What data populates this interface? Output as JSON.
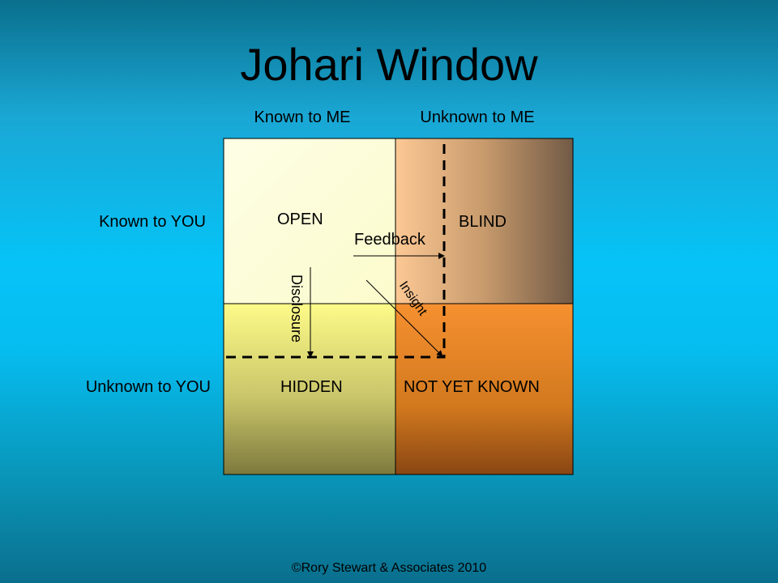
{
  "title": "Johari Window",
  "columns": {
    "known_to_me": "Known to ME",
    "unknown_to_me": "Unknown to ME"
  },
  "rows": {
    "known_to_you": "Known to YOU",
    "unknown_to_you": "Unknown to YOU"
  },
  "quadrants": {
    "open": "OPEN",
    "blind": "BLIND",
    "hidden": "HIDDEN",
    "not_yet_known": "NOT YET KNOWN"
  },
  "arrows": {
    "feedback": "Feedback",
    "disclosure": "Disclosure",
    "insight": "Insight"
  },
  "footer": "©Rory Stewart & Associates 2010",
  "colors": {
    "open": "#fdfdd8",
    "blind_light": "#fcc894",
    "blind_dark": "#715a46",
    "hidden_light": "#fdfb88",
    "hidden_dark": "#7d793d",
    "nyk_light": "#f69030",
    "nyk_dark": "#894613"
  }
}
